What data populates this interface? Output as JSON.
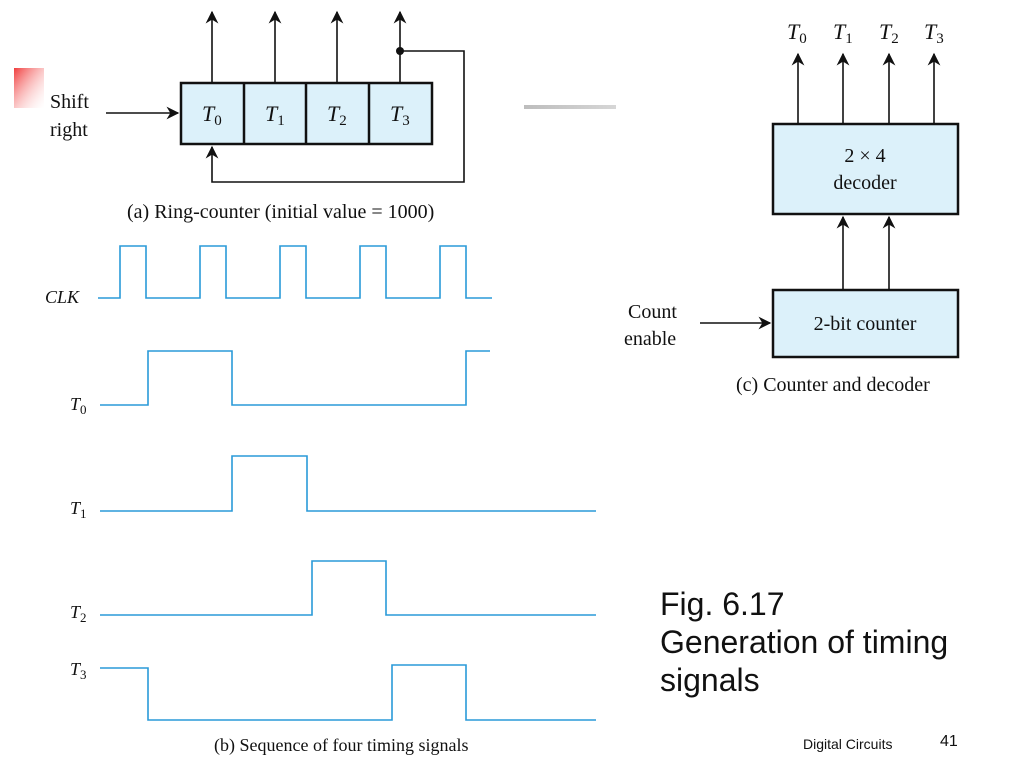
{
  "figure": {
    "number_line": "Fig. 6.17",
    "title_line1": "Generation of timing",
    "title_line2": "signals"
  },
  "footer": {
    "label": "Digital Circuits",
    "page_number": "41"
  },
  "panel_a": {
    "input_label_line1": "Shift",
    "input_label_line2": "right",
    "cells": [
      "T",
      "T",
      "T",
      "T"
    ],
    "cell_subscripts": [
      "0",
      "1",
      "2",
      "3"
    ],
    "caption": "(a) Ring-counter (initial value = 1000)"
  },
  "panel_b": {
    "caption": "(b) Sequence of four timing signals",
    "signals": [
      {
        "label": "CLK",
        "sub": ""
      },
      {
        "label": "T",
        "sub": "0"
      },
      {
        "label": "T",
        "sub": "1"
      },
      {
        "label": "T",
        "sub": "2"
      },
      {
        "label": "T",
        "sub": "3"
      }
    ]
  },
  "panel_c": {
    "outputs": [
      "T",
      "T",
      "T",
      "T"
    ],
    "output_subscripts": [
      "0",
      "1",
      "2",
      "3"
    ],
    "decoder_line1": "2 × 4",
    "decoder_line2": "decoder",
    "counter_label": "2-bit counter",
    "input_label_line1": "Count",
    "input_label_line2": "enable",
    "caption": "(c) Counter and decoder"
  },
  "colors": {
    "box_fill": "#dcf1fa",
    "signal_line": "#2a9ad8",
    "accent_red": "#f03c3c"
  }
}
